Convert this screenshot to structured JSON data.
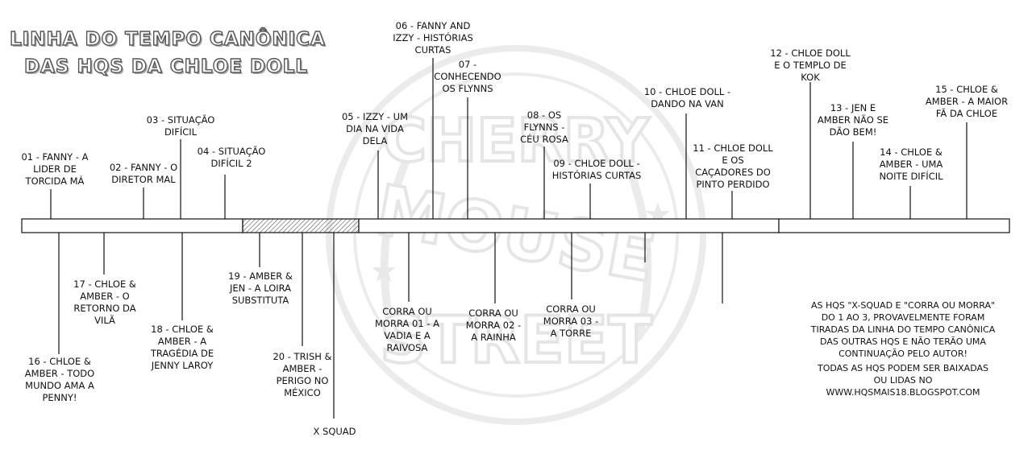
{
  "title": {
    "line1": "LINHA DO TEMPO CANÔNICA",
    "line2": "DAS HQS DA CHLOE DOLL"
  },
  "watermark": {
    "word1": "CHERRY",
    "word2": "MOUSE",
    "word3": "STREET"
  },
  "events_above": [
    {
      "label": "01 - FANNY - A\nLIDER DE\nTORCIDA MÁ"
    },
    {
      "label": "02 - FANNY - O\nDIRETOR MAL"
    },
    {
      "label": "03 - SITUAÇÃO\nDIFÍCIL"
    },
    {
      "label": "04 - SITUAÇÃO\nDIFÍCIL 2"
    },
    {
      "label": "05 - IZZY - UM\nDIA NA VIDA\nDELA"
    },
    {
      "label": "06 - FANNY AND\nIZZY - HISTÓRIAS\nCURTAS"
    },
    {
      "label": "07 -\nCONHECENDO\nOS FLYNNS"
    },
    {
      "label": "08 - OS\nFLYNNS -\nCÉU ROSA"
    },
    {
      "label": "09 - CHLOE DOLL -\nHISTÓRIAS CURTAS"
    },
    {
      "label": "10 - CHLOE DOLL -\nDANDO NA VAN"
    },
    {
      "label": "11 - CHLOE DOLL\nE OS\nCAÇADORES DO\nPINTO PERDIDO"
    },
    {
      "label": "12 - CHLOE DOLL\nE O TEMPLO DE\nKOK"
    },
    {
      "label": "13 - JEN E\nAMBER NÃO SE\nDÃO BEM!"
    },
    {
      "label": "14 - CHLOE &\nAMBER - UMA\nNOITE DIFÍCIL"
    },
    {
      "label": "15 - CHLOE &\nAMBER - A MAIOR\nFÃ DA CHLOE"
    }
  ],
  "events_below": [
    {
      "label": "16 - CHLOE &\nAMBER - TODO\nMUNDO AMA A\nPENNY!"
    },
    {
      "label": "17 - CHLOE &\nAMBER - O\nRETORNO DA\nVILÃ"
    },
    {
      "label": "18 - CHLOE &\nAMBER - A\nTRAGÉDIA DE\nJENNY LAROY"
    },
    {
      "label": "19 - AMBER &\nJEN - A LOIRA\nSUBSTITUTA"
    },
    {
      "label": "20 - TRISH &\nAMBER -\nPERIGO NO\nMÉXICO"
    },
    {
      "label": "X SQUAD"
    },
    {
      "label": "CORRA OU\nMORRA 01 - A\nVADIA E A\nRAIVOSA"
    },
    {
      "label": "CORRA OU\nMORRA 02 -\nA RAINHA"
    },
    {
      "label": "CORRA OU\nMORRA 03 -\nA TORRE"
    }
  ],
  "notes": {
    "paragraph1": "AS HQS \"X-SQUAD E \"CORRA OU MORRA\" DO 1 AO 3, PROVAVELMENTE FORAM TIRADAS DA LINHA DO TEMPO CANÔNICA DAS OUTRAS HQS E NÃO TERÃO UMA CONTINUAÇÃO PELO AUTOR!",
    "paragraph2": "TODAS AS HQS PODEM SER BAIXADAS OU LIDAS NO",
    "url": "WWW.HQSMAIS18.BLOGSPOT.COM"
  },
  "colors": {
    "line": "#111111",
    "bar_fill": "#ffffff",
    "hatch": "#555555",
    "watermark": "#9a9a9a"
  }
}
